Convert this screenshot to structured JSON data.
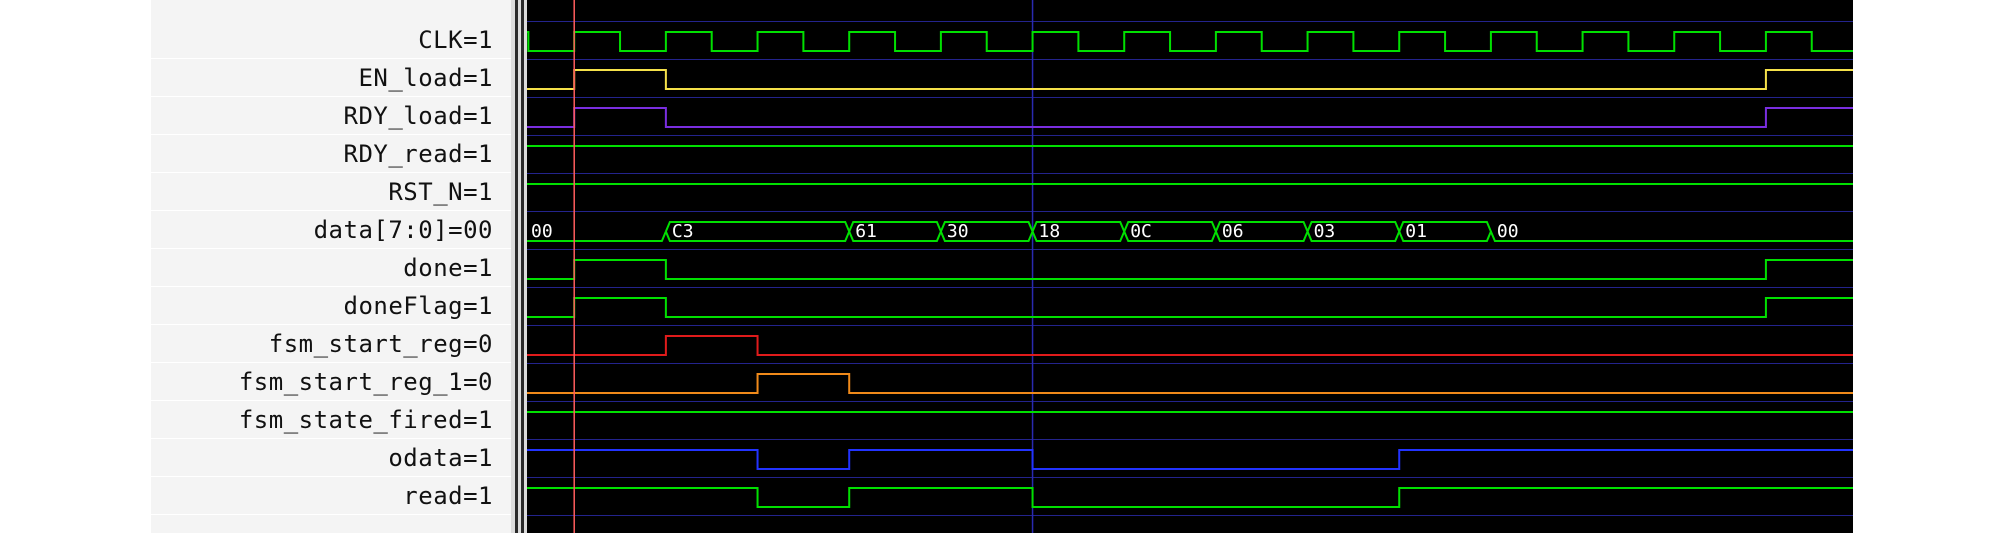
{
  "viewer": {
    "clock_period": 2,
    "cursor_time": 0.7,
    "marker_time": 10.7,
    "visible_time_range": [
      -0.33,
      28.6
    ],
    "colors": {
      "background": "#000000",
      "gridline": "#23238c",
      "cursor": "#ff5c5c",
      "marker": "#2a2ab0",
      "default_wave": "#00d800",
      "bus_text": "#ffffff"
    }
  },
  "signals": [
    {
      "name": "CLK",
      "value_label": "=1",
      "kind": "clock",
      "color": "#00e000"
    },
    {
      "name": "EN_load",
      "value_label": "=1",
      "kind": "bit",
      "color": "#f5e14a",
      "transitions": [
        [
          -1,
          0
        ],
        [
          0.7,
          1
        ],
        [
          2.7,
          0
        ],
        [
          26.7,
          1
        ]
      ]
    },
    {
      "name": "RDY_load",
      "value_label": "=1",
      "kind": "bit",
      "color": "#7a2ee0",
      "transitions": [
        [
          -1,
          0
        ],
        [
          0.7,
          1
        ],
        [
          2.7,
          0
        ],
        [
          26.7,
          1
        ]
      ]
    },
    {
      "name": "RDY_read",
      "value_label": "=1",
      "kind": "bit",
      "color": "#00e000",
      "transitions": [
        [
          -1,
          1
        ]
      ]
    },
    {
      "name": "RST_N",
      "value_label": "=1",
      "kind": "bit",
      "color": "#00e000",
      "transitions": [
        [
          -1,
          1
        ]
      ]
    },
    {
      "name": "data[7:0]",
      "value_label": "=00",
      "kind": "bus",
      "color": "#00e000",
      "segments": [
        {
          "start": -1,
          "end": 2.7,
          "value": "00"
        },
        {
          "start": 2.7,
          "end": 6.7,
          "value": "C3"
        },
        {
          "start": 6.7,
          "end": 8.7,
          "value": "61"
        },
        {
          "start": 8.7,
          "end": 10.7,
          "value": "30"
        },
        {
          "start": 10.7,
          "end": 12.7,
          "value": "18"
        },
        {
          "start": 12.7,
          "end": 14.7,
          "value": "0C"
        },
        {
          "start": 14.7,
          "end": 16.7,
          "value": "06"
        },
        {
          "start": 16.7,
          "end": 18.7,
          "value": "03"
        },
        {
          "start": 18.7,
          "end": 20.7,
          "value": "01"
        },
        {
          "start": 20.7,
          "end": 30,
          "value": "00"
        }
      ]
    },
    {
      "name": "done",
      "value_label": "=1",
      "kind": "bit",
      "color": "#00e000",
      "transitions": [
        [
          -1,
          0
        ],
        [
          0.7,
          1
        ],
        [
          2.7,
          0
        ],
        [
          26.7,
          1
        ]
      ]
    },
    {
      "name": "doneFlag",
      "value_label": "=1",
      "kind": "bit",
      "color": "#00e000",
      "transitions": [
        [
          -1,
          0
        ],
        [
          0.7,
          1
        ],
        [
          2.7,
          0
        ],
        [
          26.7,
          1
        ]
      ]
    },
    {
      "name": "fsm_start_reg",
      "value_label": "=0",
      "kind": "bit",
      "color": "#e01b1b",
      "transitions": [
        [
          -1,
          0
        ],
        [
          2.7,
          1
        ],
        [
          4.7,
          0
        ]
      ]
    },
    {
      "name": "fsm_start_reg_1",
      "value_label": "=0",
      "kind": "bit",
      "color": "#f08a1a",
      "transitions": [
        [
          -1,
          0
        ],
        [
          4.7,
          1
        ],
        [
          6.7,
          0
        ]
      ]
    },
    {
      "name": "fsm_state_fired",
      "value_label": "=1",
      "kind": "bit",
      "color": "#00e000",
      "transitions": [
        [
          -1,
          1
        ]
      ]
    },
    {
      "name": "odata",
      "value_label": "=1",
      "kind": "bit",
      "color": "#2233ff",
      "transitions": [
        [
          -1,
          1
        ],
        [
          4.7,
          0
        ],
        [
          6.7,
          1
        ],
        [
          10.7,
          0
        ],
        [
          18.7,
          1
        ]
      ]
    },
    {
      "name": "read",
      "value_label": "=1",
      "kind": "bit",
      "color": "#00e000",
      "transitions": [
        [
          -1,
          1
        ],
        [
          4.7,
          0
        ],
        [
          6.7,
          1
        ],
        [
          10.7,
          0
        ],
        [
          18.7,
          1
        ]
      ]
    }
  ]
}
